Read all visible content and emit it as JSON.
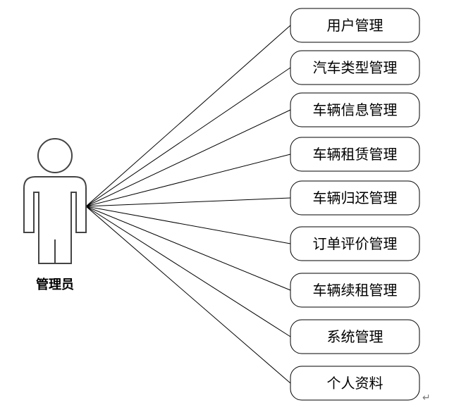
{
  "actor": {
    "label": "管理员"
  },
  "use_cases": [
    "用户管理",
    "汽车类型管理",
    "车辆信息管理",
    "车辆租赁管理",
    "车辆归还管理",
    "订单评价管理",
    "车辆续租管理",
    "系统管理",
    "个人资料"
  ],
  "paragraph_mark": "↵",
  "colors": {
    "stroke": "#000000",
    "actor_stroke": "#444444",
    "background": "#ffffff"
  }
}
